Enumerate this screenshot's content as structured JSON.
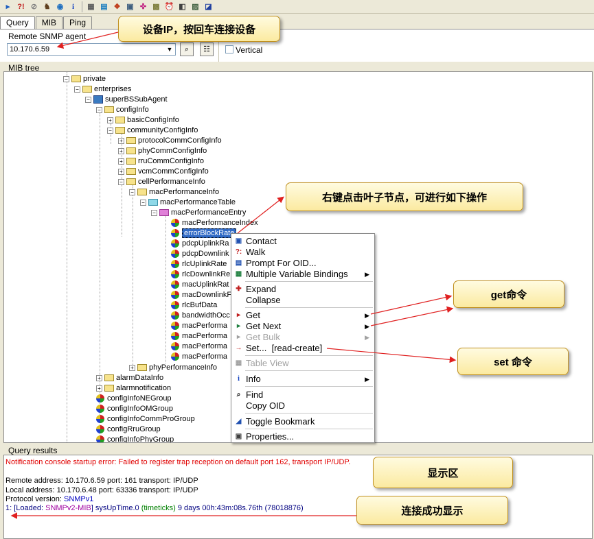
{
  "toolbar": {
    "icons": [
      "open-agent-icon",
      "help-query-icon",
      "stop-icon",
      "walk-icon",
      "globe-icon",
      "info-icon",
      "table-view-icon",
      "graph-icon",
      "trap-icon",
      "monitor-icon",
      "tree-icon",
      "log-icon",
      "alarm-icon",
      "bookmark-icon",
      "settings-icon",
      "export-icon"
    ],
    "help_glyph": "?!",
    "info_glyph": "i"
  },
  "tabs": [
    "Query",
    "MIB",
    "Ping"
  ],
  "agent": {
    "label": "Remote SNMP agent",
    "value": "10.170.6.59"
  },
  "vertical_label": "Vertical",
  "mib_tree": {
    "label": "MIB tree",
    "nodes": [
      "private",
      "enterprises",
      "superBSSubAgent",
      "configInfo",
      "basicConfigInfo",
      "communityConfigInfo",
      "protocolCommConfigInfo",
      "phyCommConfigInfo",
      "rruCommConfigInfo",
      "vcmCommConfigInfo",
      "cellPerformanceInfo",
      "macPerformanceInfo",
      "macPerformanceTable",
      "macPerformanceEntry",
      "macPerformanceIndex",
      "errorBlockRate",
      "pdcpUplinkRa",
      "pdcpDownlink",
      "rlcUplinkRate",
      "rlcDownlinkRe",
      "macUplinkRat",
      "macDownlinkF",
      "rlcBufData",
      "bandwidthOcc",
      "macPerforma",
      "macPerforma",
      "macPerforma",
      "macPerforma",
      "phyPerformanceInfo",
      "alarmDataInfo",
      "alarmnotification",
      "configInfoNEGroup",
      "configInfoOMGroup",
      "configInfoCommProGroup",
      "configRruGroup",
      "configInfoPhyGroup"
    ]
  },
  "context_menu": {
    "items": [
      "Contact",
      "Walk",
      "Prompt For OID...",
      "Multiple Variable Bindings",
      "Expand",
      "Collapse",
      "Get",
      "Get Next",
      "Get Bulk",
      "Set...  [read-create]",
      "Table View",
      "Info",
      "Find",
      "Copy OID",
      "Toggle Bookmark",
      "Properties..."
    ]
  },
  "query_results": {
    "label": "Query results",
    "line1": "Notification console startup error: Failed to register trap reception on default port 162, transport IP/UDP.",
    "line2": "Remote address: 10.170.6.59  port: 161 transport: IP/UDP",
    "line3": "Local address: 10.170.6.48  port: 63336 transport: IP/UDP",
    "line4_prefix": "Protocol version: ",
    "line4_value": "SNMPv1",
    "line5_a": "1: [Loaded: ",
    "line5_b": "SNMPv2-MIB",
    "line5_c": "] sysUpTime.0 ",
    "line5_d": "(timeticks)",
    "line5_e": " 9 days 00h:43m:08s.76th (78018876)"
  },
  "callouts": {
    "device_ip": "设备IP，按回车连接设备",
    "right_click": "右键点击叶子节点，可进行如下操作",
    "get": "get命令",
    "set": "set 命令",
    "display": "显示区",
    "connected": "连接成功显示"
  },
  "colors": {
    "selection": "#316ac5",
    "error_red": "#e00000",
    "blue_text": "#0000c0",
    "arrow_red": "#e02020"
  }
}
